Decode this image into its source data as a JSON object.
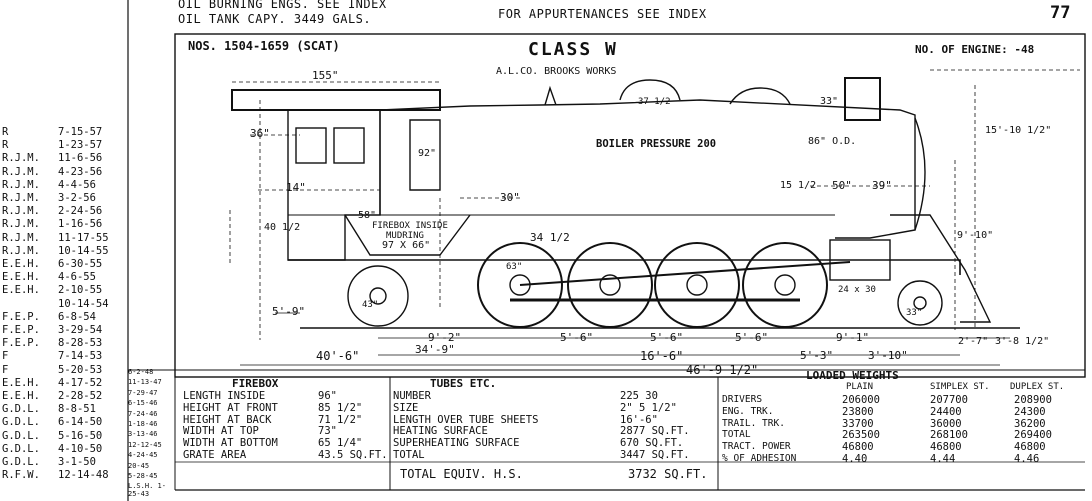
{
  "header": {
    "line1": "OIL BURNING ENGS. SEE INDEX",
    "line2": "OIL TANK CAPY. 3449 GALS.",
    "appurtenances": "FOR APPURTENANCES SEE INDEX",
    "page_number": "77"
  },
  "frame": {
    "numbers": "NOS. 1504-1659 (SCAT)",
    "class": "CLASS W",
    "builder": "A.L.CO. BROOKS WORKS",
    "engine_count_label": "NO. OF ENGINE: -48"
  },
  "drawing": {
    "boiler_pressure": "BOILER PRESSURE 200",
    "firebox_inside": "FIREBOX INSIDE",
    "mudring": "MUDRING",
    "mudring_size": "97 X 66\"",
    "dome_label": "37 1/2",
    "dims": {
      "cab_length": "155\"",
      "cab_roof": "36\"",
      "firebox_14": "14\"",
      "d30": "30\"",
      "d34": "34 1/2",
      "d40": "40 1/2",
      "d58": "58\"",
      "d92": "92\"",
      "d33": "33\"",
      "d50": "50\"",
      "d39": "39\"",
      "d15": "15 1/2",
      "boiler_od": "86\" O.D.",
      "height_15_10": "15'-10 1/2\"",
      "height_9_10": "9'-10\"",
      "trailing_wheel": "43\"",
      "driver_wheel": "63\"",
      "lead_wheel": "33\"",
      "cyl": "24 x 30",
      "s9_2": "9'-2\"",
      "s34_9": "34'-9\"",
      "s5_6a": "5'-6\"",
      "s5_6b": "5'-6\"",
      "s5_6c": "5'-6\"",
      "s9_1": "9'-1\"",
      "s5_9": "5'-9\"",
      "s40_6": "40'-6\"",
      "s16_6": "16'-6\"",
      "s5_3": "5'-3\"",
      "s3_10": "3'-10\"",
      "s46_9": "46'-9 1/2\"",
      "s2_7": "2'-7\"",
      "s3_8": "3'-8 1/2\""
    }
  },
  "revisions": [
    {
      "by": "R",
      "date": "7-15-57"
    },
    {
      "by": "R",
      "date": "1-23-57"
    },
    {
      "by": "R.J.M.",
      "date": "11-6-56"
    },
    {
      "by": "R.J.M.",
      "date": "4-23-56"
    },
    {
      "by": "R.J.M.",
      "date": "4-4-56"
    },
    {
      "by": "R.J.M.",
      "date": "3-2-56"
    },
    {
      "by": "R.J.M.",
      "date": "2-24-56"
    },
    {
      "by": "R.J.M.",
      "date": "1-16-56"
    },
    {
      "by": "R.J.M.",
      "date": "11-17-55"
    },
    {
      "by": "R.J.M.",
      "date": "10-14-55"
    },
    {
      "by": "E.E.H.",
      "date": "6-30-55"
    },
    {
      "by": "E.E.H.",
      "date": "4-6-55"
    },
    {
      "by": "E.E.H.",
      "date": "2-10-55"
    },
    {
      "by": "",
      "date": "10-14-54"
    },
    {
      "by": "F.E.P.",
      "date": "6-8-54"
    },
    {
      "by": "F.E.P.",
      "date": "3-29-54"
    },
    {
      "by": "F.E.P.",
      "date": "8-28-53"
    },
    {
      "by": "F",
      "date": "7-14-53"
    },
    {
      "by": "F",
      "date": "5-20-53"
    },
    {
      "by": "E.E.H.",
      "date": "4-17-52"
    },
    {
      "by": "E.E.H.",
      "date": "2-28-52"
    },
    {
      "by": "G.D.L.",
      "date": "8-8-51"
    },
    {
      "by": "G.D.L.",
      "date": "6-14-50"
    },
    {
      "by": "G.D.L.",
      "date": "5-16-50"
    },
    {
      "by": "G.D.L.",
      "date": "4-10-50"
    },
    {
      "by": "G.D.L.",
      "date": "3-1-50"
    },
    {
      "by": "R.F.W.",
      "date": "12-14-48"
    }
  ],
  "small_log": [
    "6-2-48",
    "11-13-47",
    "7-29-47",
    "6-15-46",
    "7-24-46",
    "1-18-46",
    "3-13-46",
    "12-12-45",
    "4-24-45",
    "20-45",
    "5-28-45",
    "L.S.H. 1-25-43"
  ],
  "firebox": {
    "title": "FIREBOX",
    "rows": [
      {
        "label": "LENGTH INSIDE",
        "value": "96\""
      },
      {
        "label": "HEIGHT AT FRONT",
        "value": "85 1/2\""
      },
      {
        "label": "HEIGHT AT BACK",
        "value": "71 1/2\""
      },
      {
        "label": "WIDTH AT TOP",
        "value": "73\""
      },
      {
        "label": "WIDTH AT BOTTOM",
        "value": "65 1/4\""
      },
      {
        "label": "GRATE AREA",
        "value": "43.5 SQ.FT."
      }
    ]
  },
  "tubes": {
    "title": "TUBES ETC.",
    "rows": [
      {
        "label": "NUMBER",
        "value": "225   30"
      },
      {
        "label": "SIZE",
        "value": "2\"   5 1/2\""
      },
      {
        "label": "LENGTH OVER TUBE SHEETS",
        "value": "16'-6\""
      },
      {
        "label": "HEATING SURFACE",
        "value": "2877 SQ.FT."
      },
      {
        "label": "SUPERHEATING SURFACE",
        "value": "670 SQ.FT."
      },
      {
        "label": "TOTAL",
        "value": "3447 SQ.FT."
      }
    ]
  },
  "weights": {
    "title": "LOADED WEIGHTS",
    "col_plain": "PLAIN",
    "col_simplex": "SIMPLEX ST.",
    "col_duplex": "DUPLEX ST.",
    "rows": [
      {
        "label": "DRIVERS",
        "plain": "206000",
        "simplex": "207700",
        "duplex": "208900"
      },
      {
        "label": "ENG. TRK.",
        "plain": "23800",
        "simplex": "24400",
        "duplex": "24300"
      },
      {
        "label": "TRAIL. TRK.",
        "plain": "33700",
        "simplex": "36000",
        "duplex": "36200"
      },
      {
        "label": "TOTAL",
        "plain": "263500",
        "simplex": "268100",
        "duplex": "269400"
      },
      {
        "label": "TRACT. POWER",
        "plain": "46800",
        "simplex": "46800",
        "duplex": "46800"
      },
      {
        "label": "% OF ADHESION",
        "plain": "4.40",
        "simplex": "4.44",
        "duplex": "4.46"
      }
    ]
  },
  "footer": {
    "label": "TOTAL EQUIV. H.S.",
    "value": "3732 SQ.FT."
  }
}
